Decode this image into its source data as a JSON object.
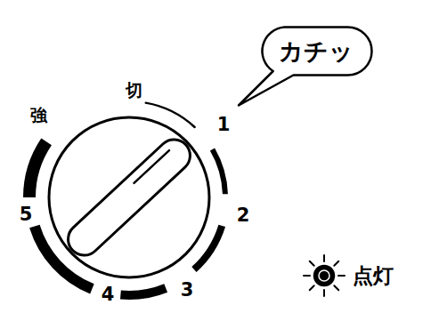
{
  "diagram": {
    "nodes": [
      {
        "text": [
          "カチッ"
        ]
      }
    ],
    "labels": [
      "切",
      "1",
      "2",
      "3",
      "4",
      "5",
      "強",
      "点灯"
    ]
  }
}
